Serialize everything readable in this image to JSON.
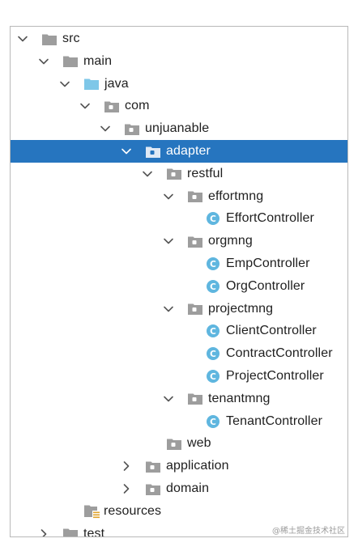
{
  "tree": {
    "rows": [
      {
        "label": "src",
        "icon": "folder-icon",
        "expand": "expanded",
        "selected": false
      },
      {
        "label": "main",
        "icon": "folder-icon",
        "expand": "expanded",
        "selected": false
      },
      {
        "label": "java",
        "icon": "source-root-folder-icon",
        "expand": "expanded",
        "selected": false
      },
      {
        "label": "com",
        "icon": "package-icon",
        "expand": "expanded",
        "selected": false
      },
      {
        "label": "unjuanable",
        "icon": "package-icon",
        "expand": "expanded",
        "selected": false
      },
      {
        "label": "adapter",
        "icon": "package-icon",
        "expand": "expanded",
        "selected": true
      },
      {
        "label": "restful",
        "icon": "package-icon",
        "expand": "expanded",
        "selected": false
      },
      {
        "label": "effortmng",
        "icon": "package-icon",
        "expand": "expanded",
        "selected": false
      },
      {
        "label": "EffortController",
        "icon": "class-icon",
        "expand": "none",
        "selected": false
      },
      {
        "label": "orgmng",
        "icon": "package-icon",
        "expand": "expanded",
        "selected": false
      },
      {
        "label": "EmpController",
        "icon": "class-icon",
        "expand": "none",
        "selected": false
      },
      {
        "label": "OrgController",
        "icon": "class-icon",
        "expand": "none",
        "selected": false
      },
      {
        "label": "projectmng",
        "icon": "package-icon",
        "expand": "expanded",
        "selected": false
      },
      {
        "label": "ClientController",
        "icon": "class-icon",
        "expand": "none",
        "selected": false
      },
      {
        "label": "ContractController",
        "icon": "class-icon",
        "expand": "none",
        "selected": false
      },
      {
        "label": "ProjectController",
        "icon": "class-icon",
        "expand": "none",
        "selected": false
      },
      {
        "label": "tenantmng",
        "icon": "package-icon",
        "expand": "expanded",
        "selected": false
      },
      {
        "label": "TenantController",
        "icon": "class-icon",
        "expand": "none",
        "selected": false
      },
      {
        "label": "web",
        "icon": "package-icon",
        "expand": "none",
        "selected": false
      },
      {
        "label": "application",
        "icon": "package-icon",
        "expand": "collapsed",
        "selected": false
      },
      {
        "label": "domain",
        "icon": "package-icon",
        "expand": "collapsed",
        "selected": false
      },
      {
        "label": "resources",
        "icon": "resources-folder-icon",
        "expand": "none",
        "selected": false
      },
      {
        "label": "test",
        "icon": "folder-icon",
        "expand": "collapsed",
        "selected": false
      }
    ]
  },
  "watermark": "@稀土掘金技术社区",
  "colors": {
    "selection": "#2675bf",
    "folder": "#9a9a9a",
    "source_root": "#7ec7e8",
    "class_icon": "#5fb6df"
  }
}
